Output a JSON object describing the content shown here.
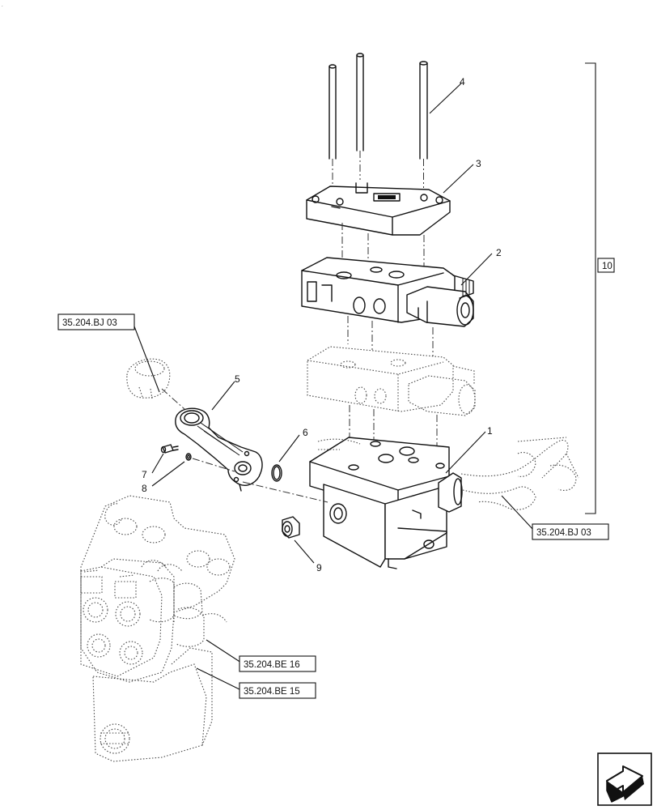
{
  "callouts": {
    "c1": "1",
    "c2": "2",
    "c3": "3",
    "c4": "4",
    "c5": "5",
    "c6": "6",
    "c7": "7",
    "c8": "8",
    "c9": "9"
  },
  "assembly_ref": "10",
  "references": {
    "bj03_top": "35.204.BJ 03",
    "bj03_right": "35.204.BJ 03",
    "be16": "35.204.BE 16",
    "be15": "35.204.BE 15"
  },
  "nav_icon": "next-page-arrow-icon"
}
